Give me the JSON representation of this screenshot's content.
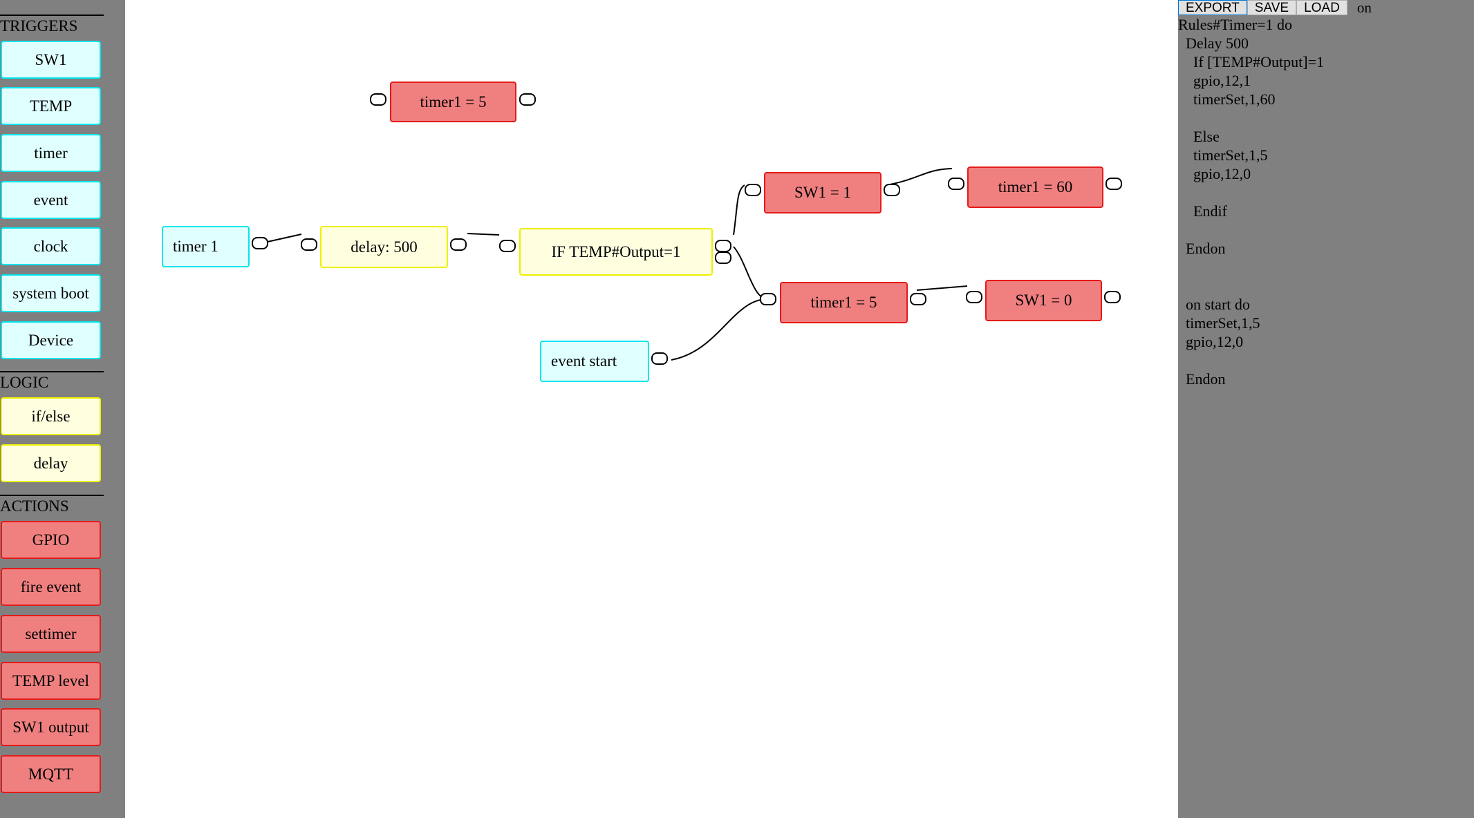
{
  "palette": {
    "triggers_title": "TRIGGERS",
    "triggers": [
      "SW1",
      "TEMP",
      "timer",
      "event",
      "clock",
      "system boot",
      "Device"
    ],
    "logic_title": "LOGIC",
    "logic": [
      "if/else",
      "delay"
    ],
    "actions_title": "ACTIONS",
    "actions": [
      "GPIO",
      "fire event",
      "settimer",
      "TEMP level",
      "SW1 output",
      "MQTT"
    ]
  },
  "canvas": {
    "nodes": {
      "timer1_set_top": "timer1 = 5",
      "trigger_timer1": "timer 1",
      "delay_500": "delay: 500",
      "if_temp": "IF TEMP#Output=1",
      "sw1_on": "SW1 = 1",
      "timer1_set_60": "timer1 = 60",
      "timer1_set_5": "timer1 = 5",
      "sw1_off": "SW1 = 0",
      "event_start": "event start"
    }
  },
  "toolbar": {
    "export_label": "EXPORT",
    "save_label": "SAVE",
    "load_label": "LOAD",
    "trailing_text": "on"
  },
  "code": {
    "output": "Rules#Timer=1 do\n  Delay 500\n    If [TEMP#Output]=1\n    gpio,12,1\n    timerSet,1,60\n\n    Else\n    timerSet,1,5\n    gpio,12,0\n\n    Endif\n\n  Endon\n\n\n  on start do\n  timerSet,1,5\n  gpio,12,0\n\n  Endon"
  },
  "colors": {
    "trigger_fill": "#e0ffff",
    "trigger_border": "#00e5ee",
    "logic_fill": "#ffffe0",
    "logic_border": "#eeee00",
    "action_fill": "#f08080",
    "action_border": "#e51a1a",
    "panel_bg": "#808080"
  }
}
